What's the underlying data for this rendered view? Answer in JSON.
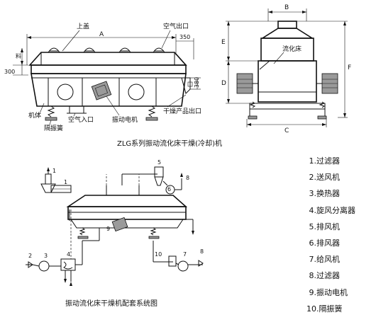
{
  "front_view": {
    "label_cover": "上盖",
    "label_air_out": "空气出口",
    "label_body": "机体",
    "label_isolation_spring": "隔振簧",
    "label_air_in": "空气入口",
    "label_vib_motor": "振动电机",
    "label_product_out": "干燥产品出口",
    "label_feed": "料",
    "label_dim_A": "A",
    "label_dim_350": "350",
    "label_dim_300": "300",
    "label_dim_380": "380"
  },
  "side_view": {
    "label_bed": "流化床",
    "label_dim_B": "B",
    "label_dim_C": "C",
    "label_dim_D": "D",
    "label_dim_E": "E",
    "label_dim_F": "F"
  },
  "caption_top": "ZLG系列振动流化床干燥(冷却)机",
  "caption_bottom": "振动流化床干燥机配套系统图",
  "schematic_numbers": {
    "n1": "1",
    "n2": "2",
    "n3": "3",
    "n4": "4",
    "n5": "5",
    "n6": "6",
    "n7": "7",
    "n8": "8",
    "n9": "9",
    "n10": "10"
  },
  "legend": [
    {
      "num": "1.",
      "name": "过滤器"
    },
    {
      "num": "2.",
      "name": "送风机"
    },
    {
      "num": "3.",
      "name": "换热器"
    },
    {
      "num": "4.",
      "name": "旋风分离器"
    },
    {
      "num": "5.",
      "name": "排风机"
    },
    {
      "num": "6.",
      "name": "排风器"
    },
    {
      "num": "7.",
      "name": "给风机"
    },
    {
      "num": "8.",
      "name": "过滤器"
    },
    {
      "num": "9.",
      "name": "振动电机"
    },
    {
      "num": "10.",
      "name": "隔振簧"
    }
  ],
  "colors": {
    "line": "#111111",
    "background": "#ffffff",
    "grey_part": "#9a9a9a"
  }
}
